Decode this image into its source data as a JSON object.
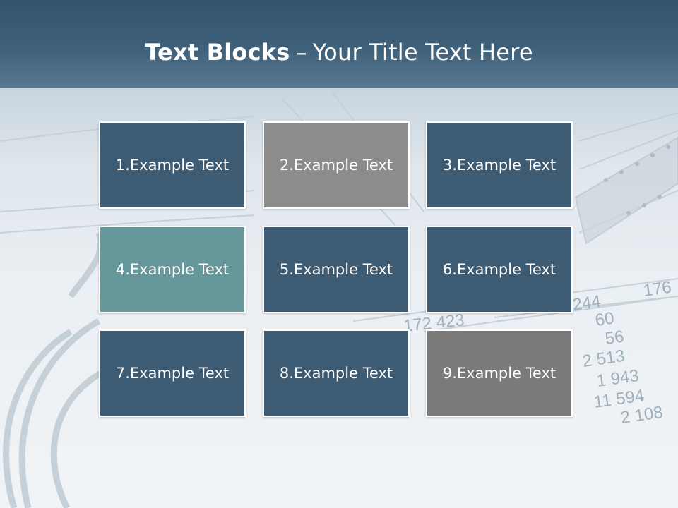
{
  "title": {
    "bold": "Text Blocks",
    "separator": "–",
    "rest": "Your Title Text Here"
  },
  "background_numbers": [
    "244",
    "176",
    "60",
    "56",
    "2 513",
    "1 943",
    "11 594",
    "2 108",
    "172 423"
  ],
  "colors": {
    "dark_slate": "#3d5b73",
    "gray": "#8c8c8c",
    "teal": "#66979a",
    "dark_gray": "#7a7a7a"
  },
  "blocks": [
    {
      "label": "1.Example Text",
      "color": "#3d5b73"
    },
    {
      "label": "2.Example Text",
      "color": "#8c8c8c"
    },
    {
      "label": "3.Example Text",
      "color": "#3d5b73"
    },
    {
      "label": "4.Example Text",
      "color": "#66979a"
    },
    {
      "label": "5.Example Text",
      "color": "#3d5b73"
    },
    {
      "label": "6.Example Text",
      "color": "#3d5b73"
    },
    {
      "label": "7.Example Text",
      "color": "#3d5b73"
    },
    {
      "label": "8.Example Text",
      "color": "#3d5b73"
    },
    {
      "label": "9.Example Text",
      "color": "#7a7a7a"
    }
  ]
}
